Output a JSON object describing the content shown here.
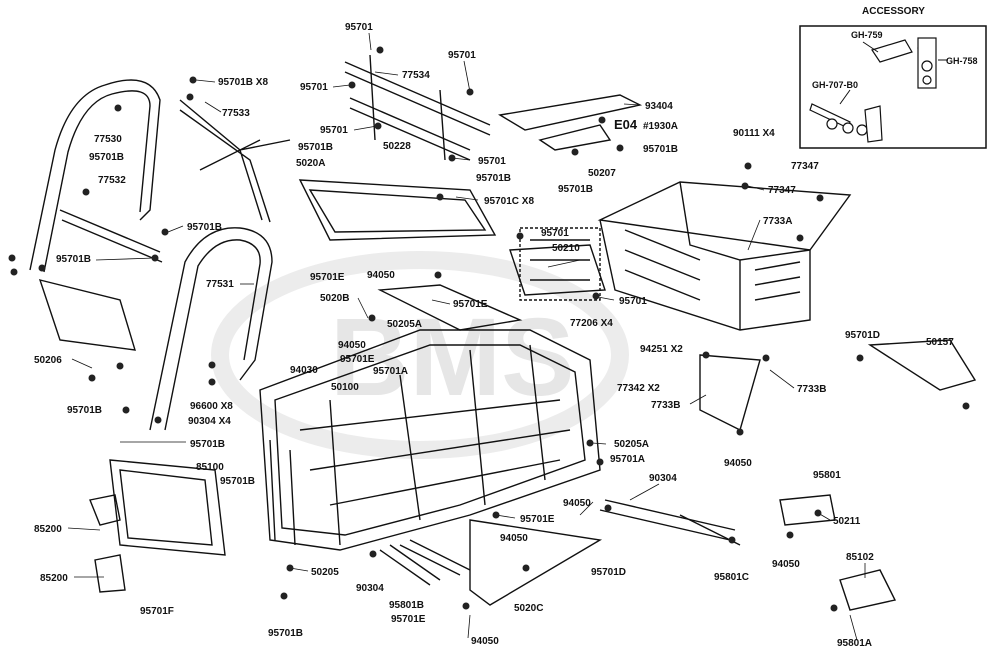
{
  "accessory": {
    "title": "ACCESSORY",
    "labels": [
      "GH-759",
      "GH-758",
      "GH-707-B0"
    ]
  },
  "watermark": "BMS",
  "e04": "E04",
  "callouts": [
    "95701",
    "95701",
    "77534",
    "95701",
    "95701B X8",
    "77533",
    "95701",
    "77530",
    "95701B",
    "50228",
    "95701",
    "95701B",
    "5020A",
    "95701B",
    "95701C X8",
    "77532",
    "95701B",
    "95701B",
    "95701",
    "50210",
    "77531",
    "95701E",
    "94050",
    "5020B",
    "95701E",
    "95701",
    "50205A",
    "50206",
    "94050",
    "95701E",
    "94030",
    "95701A",
    "95701B",
    "96600 X8",
    "90304 X4",
    "50100",
    "95701B",
    "85100",
    "95701B",
    "85200",
    "85200",
    "95701F",
    "93404",
    "#1930A",
    "95701B",
    "50207",
    "95701B",
    "90111 X4",
    "77347",
    "77347",
    "7733A",
    "77206 X4",
    "94251 X2",
    "77342 X2",
    "95701D",
    "50157",
    "7733B",
    "7733B",
    "94050",
    "50205A",
    "95701A",
    "90304",
    "94050",
    "95701E",
    "94050",
    "95701D",
    "95801C",
    "95801",
    "50211",
    "94050",
    "50205",
    "90304",
    "95801B",
    "95701E",
    "5020C",
    "94050",
    "95701B",
    "85102",
    "95801A"
  ]
}
